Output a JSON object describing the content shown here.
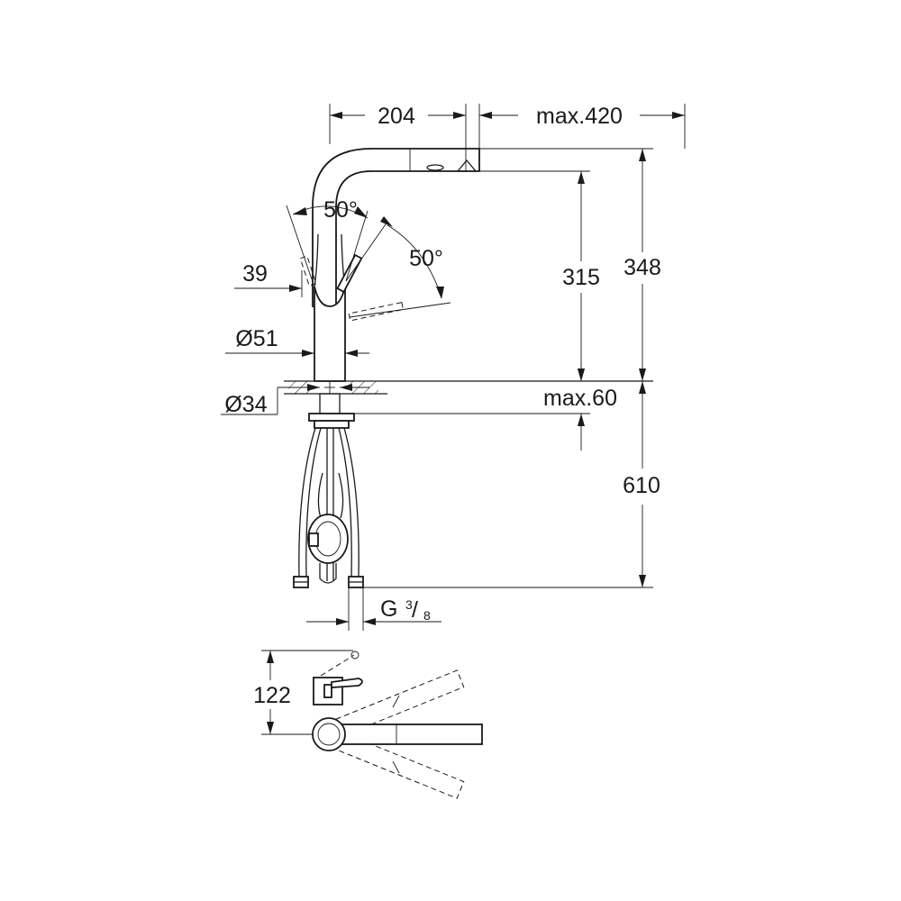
{
  "dimensions": {
    "spout_reach": "204",
    "pull_out_reach": "max.420",
    "swivel_angle_handle": "50°",
    "swivel_angle_spout": "50°",
    "handle_offset": "39",
    "body_diameter": "Ø51",
    "mounting_hole_diameter": "Ø34",
    "spout_outlet_height": "315",
    "overall_height": "348",
    "max_deck_thickness": "max.60",
    "hose_length": "610",
    "connection_thread": "G",
    "thread_fraction_numerator": "3",
    "thread_fraction_denominator": "8",
    "plan_view_depth": "122"
  },
  "colors": {
    "line": "#1a1a1a",
    "background": "#ffffff"
  }
}
